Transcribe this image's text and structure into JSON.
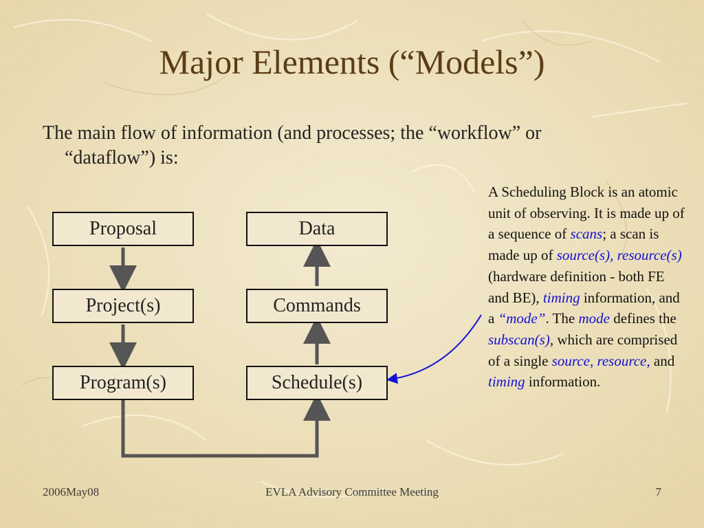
{
  "slide": {
    "title": "Major Elements (“Models”)",
    "intro_line1": "The main flow of information (and processes; the “workflow” or",
    "intro_line2": "“dataflow”) is:"
  },
  "diagram": {
    "left_boxes": [
      "Proposal",
      "Project(s)",
      "Program(s)"
    ],
    "right_boxes": [
      "Data",
      "Commands",
      "Schedule(s)"
    ]
  },
  "note": {
    "segments": [
      {
        "text": "A Scheduling Block is an atomic unit of observing. It is made up of a sequence of "
      },
      {
        "text": "scans",
        "hl": true
      },
      {
        "text": "; a scan is made up of "
      },
      {
        "text": "source(s)",
        "hl": true
      },
      {
        "text": ", ",
        "hl": true
      },
      {
        "text": "resource(s)",
        "hl": true
      },
      {
        "text": " (hardware definition - both FE and BE), "
      },
      {
        "text": "timing",
        "hl": true
      },
      {
        "text": " information, and a "
      },
      {
        "text": "“mode”",
        "hl": true
      },
      {
        "text": ".  The "
      },
      {
        "text": "mode",
        "hl": true
      },
      {
        "text": " defines the "
      },
      {
        "text": "subscan(s)",
        "hl": true
      },
      {
        "text": ", which are comprised of a single "
      },
      {
        "text": "source, resource,",
        "hl": true
      },
      {
        "text": " and "
      },
      {
        "text": "timing",
        "hl": true
      },
      {
        "text": " information."
      }
    ]
  },
  "footer": {
    "date": "2006May08",
    "meeting": "EVLA Advisory Committee Meeting",
    "page": "7"
  },
  "colors": {
    "title": "#5a3d12",
    "arrow": "#555555",
    "callout": "#1010d8",
    "background": "#efe4c3"
  }
}
